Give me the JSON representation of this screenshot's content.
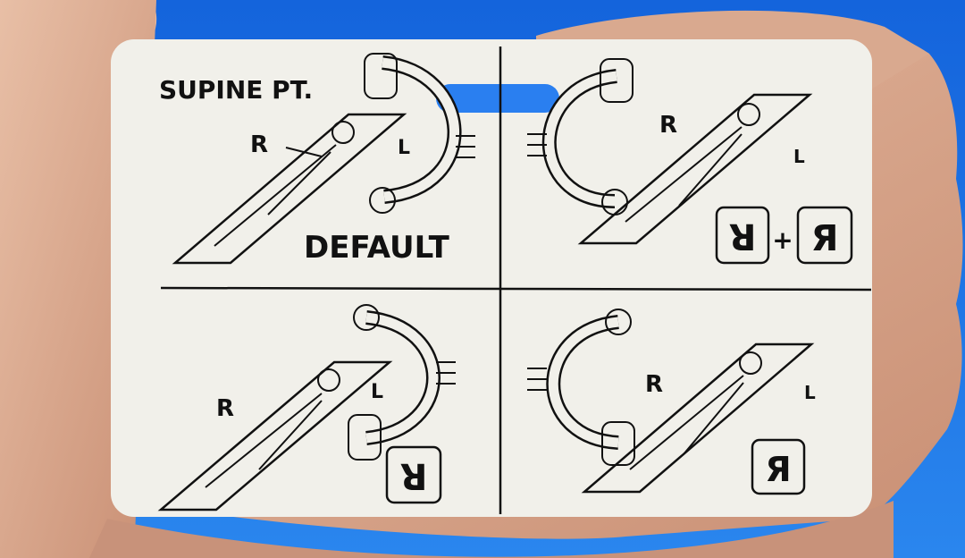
{
  "card": {
    "title": "SUPINE PT.",
    "default_label": "DEFAULT",
    "right_label": "R",
    "left_label": "L",
    "plus": "+",
    "marker_upside_down": "ꓤ",
    "marker_mirrored": "Я"
  },
  "colors": {
    "sky": "#1a6fe0",
    "card": "#f1f0ea",
    "skin": "#e2b49a",
    "ink": "#111111"
  }
}
